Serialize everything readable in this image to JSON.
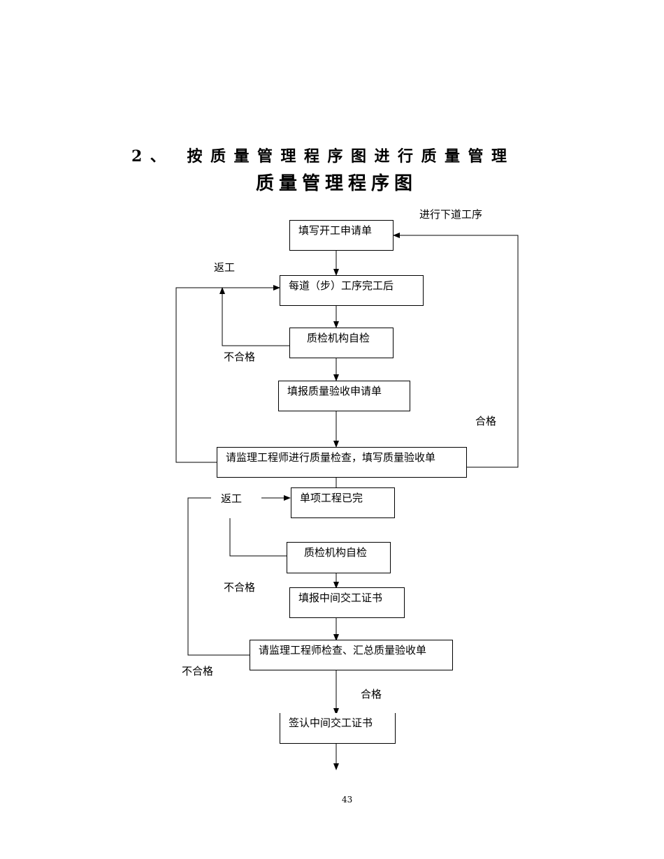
{
  "heading": {
    "line1": "2、 按质量管理程序图进行质量管理",
    "line2": "质量管理程序图"
  },
  "boxes": {
    "b1": "填写开工申请单",
    "b2": "每道（步）工序完工后",
    "b3": "质检机构自检",
    "b4": "填报质量验收申请单",
    "b5": "请监理工程师进行质量检查，填写质量验收单",
    "b6": "单项工程已完",
    "b7": "质检机构自检",
    "b8": "填报中间交工证书",
    "b9": "请监理工程师检查、汇总质量验收单",
    "b10": "签认中间交工证书"
  },
  "labels": {
    "next_process": "进行下道工序",
    "rework1": "返工",
    "fail1": "不合格",
    "pass1": "合格",
    "rework2": "返工",
    "fail2": "不合格",
    "fail3": "不合格",
    "pass2": "合格"
  },
  "page_number": "43"
}
